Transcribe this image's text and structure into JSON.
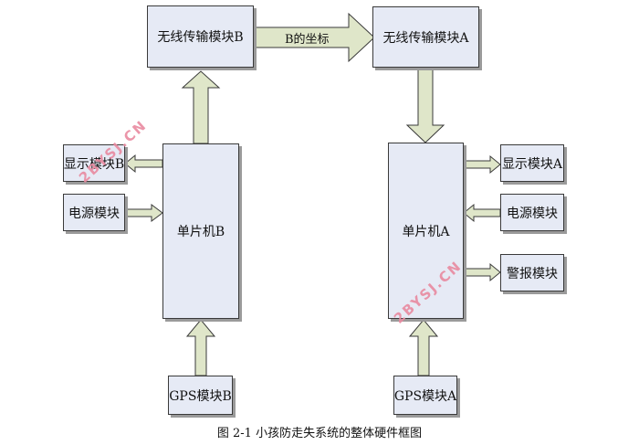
{
  "blocks": {
    "wireless_b": "无线传输模块B",
    "wireless_a": "无线传输模块A",
    "display_b": "显示模块B",
    "power_b": "电源模块",
    "mcu_b": "单片机B",
    "gps_b": "GPS模块B",
    "mcu_a": "单片机A",
    "display_a": "显示模块A",
    "power_a": "电源模块",
    "alarm_a": "警报模块",
    "gps_a": "GPS模块A"
  },
  "edge_label_b_coords": "B的坐标",
  "caption": "图 2-1 小孩防走失系统的整体硬件框图",
  "watermark": "2BYSJ.CN",
  "colors": {
    "box_fill": "#e6eaf5",
    "arrow_fill": "#dfe6c9",
    "watermark": "#e98aa0"
  }
}
